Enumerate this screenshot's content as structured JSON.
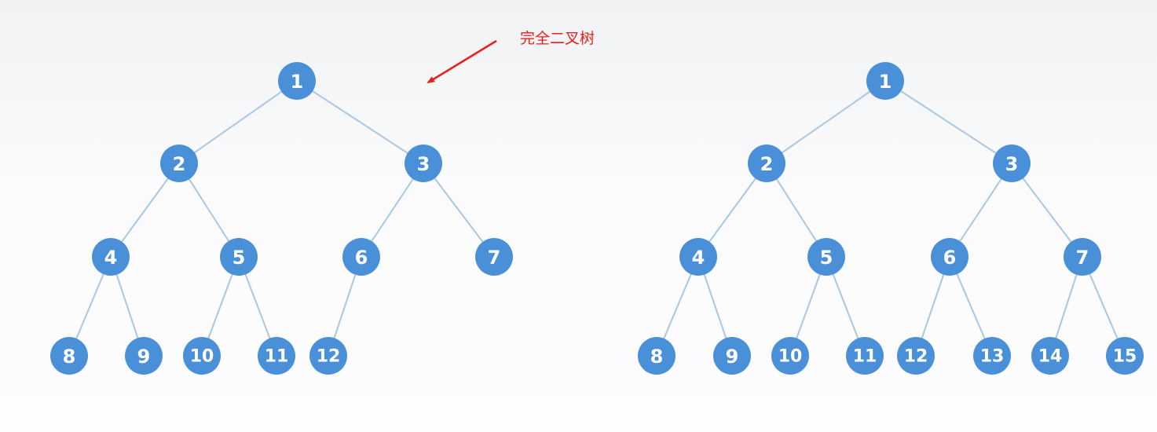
{
  "annotation": {
    "label": "完全二叉树",
    "color": "#e8201a"
  },
  "colors": {
    "node": "#4a90d9",
    "edge": "#a9c7e4"
  },
  "trees": [
    {
      "name": "complete-binary-tree",
      "nodes": [
        "1",
        "2",
        "3",
        "4",
        "5",
        "6",
        "7",
        "8",
        "9",
        "10",
        "11",
        "12"
      ],
      "edges": [
        [
          1,
          2
        ],
        [
          1,
          3
        ],
        [
          2,
          4
        ],
        [
          2,
          5
        ],
        [
          3,
          6
        ],
        [
          3,
          7
        ],
        [
          4,
          8
        ],
        [
          4,
          9
        ],
        [
          5,
          10
        ],
        [
          5,
          11
        ],
        [
          6,
          12
        ]
      ]
    },
    {
      "name": "full-binary-tree",
      "nodes": [
        "1",
        "2",
        "3",
        "4",
        "5",
        "6",
        "7",
        "8",
        "9",
        "10",
        "11",
        "12",
        "13",
        "14",
        "15"
      ],
      "edges": [
        [
          1,
          2
        ],
        [
          1,
          3
        ],
        [
          2,
          4
        ],
        [
          2,
          5
        ],
        [
          3,
          6
        ],
        [
          3,
          7
        ],
        [
          4,
          8
        ],
        [
          4,
          9
        ],
        [
          5,
          10
        ],
        [
          5,
          11
        ],
        [
          6,
          12
        ],
        [
          6,
          13
        ],
        [
          7,
          14
        ],
        [
          7,
          15
        ]
      ]
    }
  ]
}
